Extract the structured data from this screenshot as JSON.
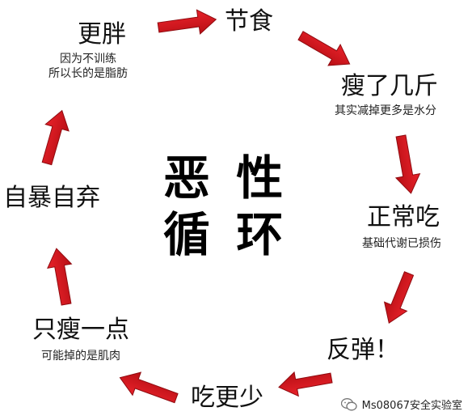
{
  "center": {
    "line1": "恶 性",
    "line2": "循 环"
  },
  "nodes": {
    "fatter": {
      "title": "更胖",
      "sub1": "因为不训练",
      "sub2": "所以长的是脂肪"
    },
    "diet": {
      "title": "节食"
    },
    "lose": {
      "title": "瘦了几斤",
      "sub1": "其实减掉更多是水分"
    },
    "eat_normal": {
      "title": "正常吃",
      "sub1": "基础代谢已损伤"
    },
    "rebound": {
      "title": "反弹！"
    },
    "eat_less": {
      "title": "吃更少"
    },
    "lose_little": {
      "title": "只瘦一点",
      "sub1": "可能掉的是肌肉"
    },
    "give_up": {
      "title": "自暴自弃"
    }
  },
  "watermark": {
    "text": "Ms08067安全实验室",
    "icon": "wechat-icon"
  },
  "colors": {
    "arrow": "#d7131b",
    "arrow_dark": "#a30d12",
    "text": "#111111"
  }
}
